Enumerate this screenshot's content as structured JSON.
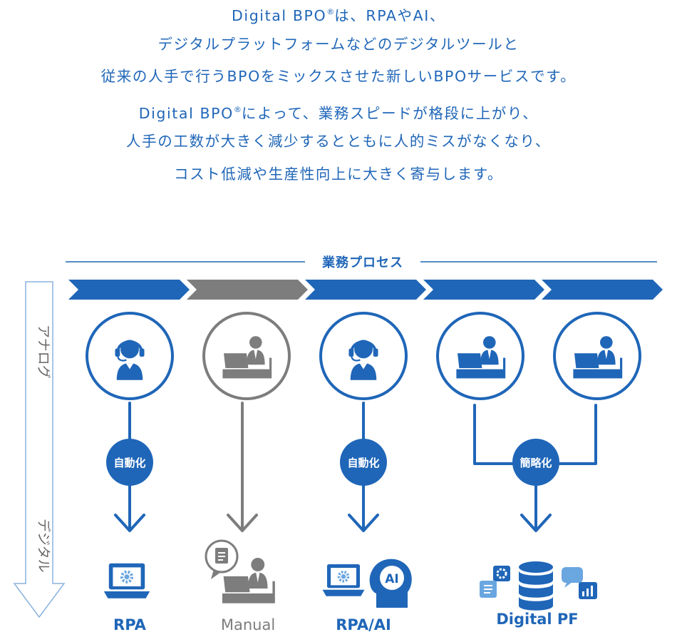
{
  "intro": {
    "line1_pre": "Digital BPO",
    "line1_mark": "®",
    "line1_post": "は、RPAやAI、",
    "line2": "デジタルプラットフォームなどのデジタルツールと",
    "line3": "従来の人手で行うBPOをミックスさせた新しいBPOサービスです。",
    "line4_pre": "Digital BPO",
    "line4_mark": "®",
    "line4_post": "によって、業務スピードが格段に上がり、",
    "line5": "人手の工数が大きく減少するとともに人的ミスがなくなり、",
    "line6": "コスト低減や生産性向上に大きく寄与します。"
  },
  "diagram": {
    "process_label": "業務プロセス",
    "axis_top": "アナログ",
    "axis_bottom": "デジタル",
    "badge_auto_1": "自動化",
    "badge_auto_2": "自動化",
    "badge_simplify": "簡略化",
    "ai_badge": "AI",
    "out_rpa": "RPA",
    "out_manual": "Manual",
    "out_rpa_ai": "RPA/AI",
    "out_digital_pf": "Digital PF"
  },
  "colors": {
    "blue": "#1f66b8",
    "gray": "#7d7d7d",
    "light_blue": "#6aa6e0"
  },
  "icons": [
    "headset-operator-icon",
    "desk-worker-icon",
    "laptop-gear-icon",
    "speech-bubble-doc-icon",
    "ai-head-icon",
    "database-icon",
    "chat-icon",
    "chart-icon"
  ]
}
